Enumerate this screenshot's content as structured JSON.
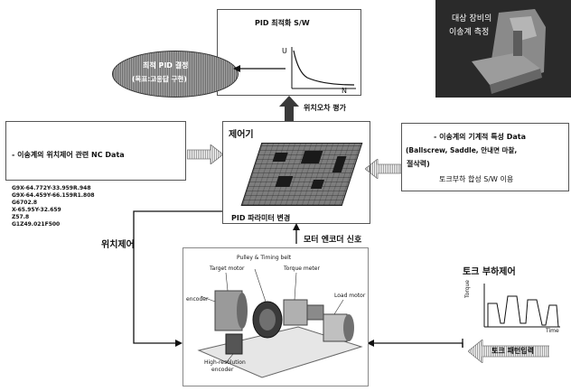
{
  "top_box": {
    "title": "PID 최적화 S/W",
    "axis_u": "U",
    "axis_n": "N"
  },
  "optimal_pid": {
    "line1": "최적 PID 결정",
    "line2": "(목표:고응답 구현)"
  },
  "photo": {
    "line1": "대상 장비의",
    "line2": "이송계 측정"
  },
  "arrow_up_label": "위치오차 평가",
  "left_box": {
    "text": "- 이송계의 위치제어 관련 NC Data"
  },
  "nc_code": [
    "G9X-64.772Y-33.959R.948",
    "G9X-64.459Y-66.159R1.808",
    "G6702.8",
    "X-65.95Y-32.659",
    "Z57.8",
    "G1Z49.021F500"
  ],
  "controller": {
    "title": "제어기",
    "bottom_label": "PID 파라미터 변경"
  },
  "right_box": {
    "line1": "- 이송계의 기계적 특성 Data",
    "line2": "(Ballscrew, Saddle, 안내면 마찰,",
    "line3": "절삭력)",
    "line4": "토크부하 합성 S/W 이용"
  },
  "position_control": "위치제어",
  "encoder_signal": "모터 엔코더 신호",
  "machine_labels": {
    "pulley": "Pulley & Timing belt",
    "target_motor": "Target motor",
    "torque_meter": "Torque meter",
    "encoder_left": "encoder",
    "load_motor": "Load motor",
    "hr_line1": "High-resolution",
    "hr_line2": "encoder"
  },
  "torque_control": {
    "title": "토크 부하제어",
    "ylabel": "Torque",
    "xlabel": "Time"
  },
  "pattern_arrow": "토크 패턴입력",
  "colors": {
    "arrow_dark": "#3a3a3a",
    "hatch": "#b8b8b8",
    "line": "#111111"
  }
}
